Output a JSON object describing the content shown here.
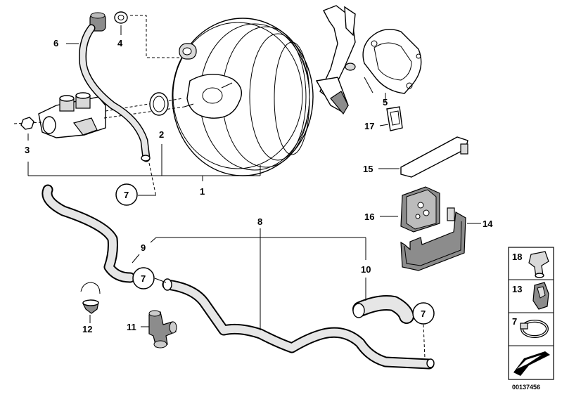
{
  "labels": {
    "p1": "1",
    "p2": "2",
    "p3": "3",
    "p4": "4",
    "p5": "5",
    "p6": "6",
    "p7a": "7",
    "p7b": "7",
    "p7c": "7",
    "p8": "8",
    "p9": "9",
    "p10": "10",
    "p11": "11",
    "p12": "12",
    "p14": "14",
    "p15": "15",
    "p16": "16",
    "p17": "17"
  },
  "legend": {
    "items": [
      {
        "number": "18",
        "icon": "hose-clamp-icon"
      },
      {
        "number": "13",
        "icon": "clip-icon"
      },
      {
        "number": "7",
        "icon": "band-clamp-icon"
      }
    ],
    "nav_icon": "arrow-icon"
  },
  "reference_code": "00137456"
}
